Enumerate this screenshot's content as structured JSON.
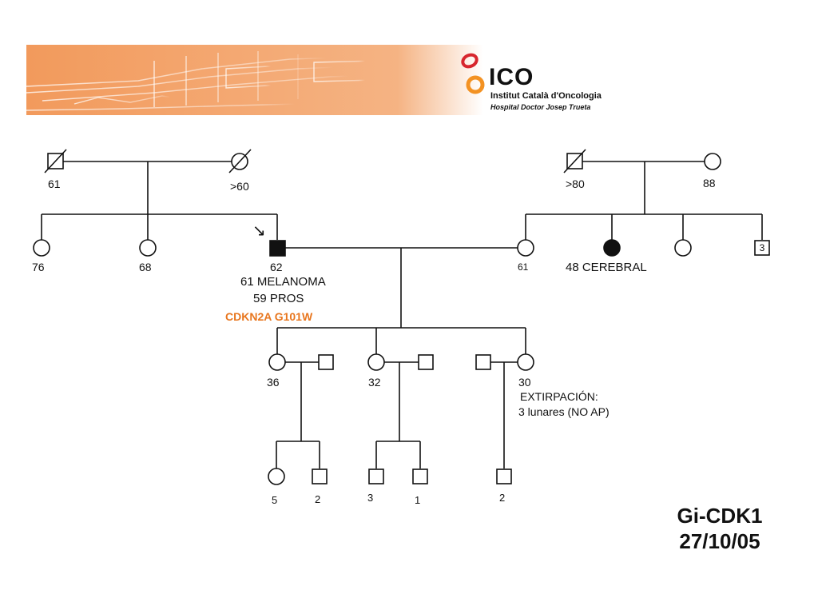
{
  "header": {
    "logo_abbr": "ICO",
    "logo_name": "Institut Català d'Oncologia",
    "logo_hospital": "Hospital Doctor Josep Trueta",
    "banner_color": "#f29a5c",
    "logo_accent": "#d7262e",
    "logo_orange": "#f39223"
  },
  "pedigree": {
    "gen1_left": {
      "father_age": "61",
      "mother_age": ">60"
    },
    "gen1_right": {
      "father_age": ">80",
      "mother_age": "88"
    },
    "gen2": {
      "sister1_age": "76",
      "sister2_age": "68",
      "proband_age": "62",
      "proband_dx1": "61 MELANOMA",
      "proband_dx2": "59 PROS",
      "proband_mutation": "CDKN2A G101W",
      "proband_arrow": "↘",
      "spouse_age": "61",
      "spouse_sister_dx": "48 CEREBRAL",
      "spouse_brothers_count": "3"
    },
    "gen3": {
      "daughter1_age": "36",
      "daughter2_age": "32",
      "daughter3_age": "30",
      "daughter3_note1": "EXTIRPACIÓN:",
      "daughter3_note2": "3 lunares  (NO AP)"
    },
    "gen4": {
      "d1_child1_age": "5",
      "d1_child2_age": "2",
      "d2_child1_age": "3",
      "d2_child2_age": "1",
      "d3_child1_age": "2"
    }
  },
  "stamp": {
    "family_id": "Gi-CDK1",
    "date": "27/10/05"
  }
}
